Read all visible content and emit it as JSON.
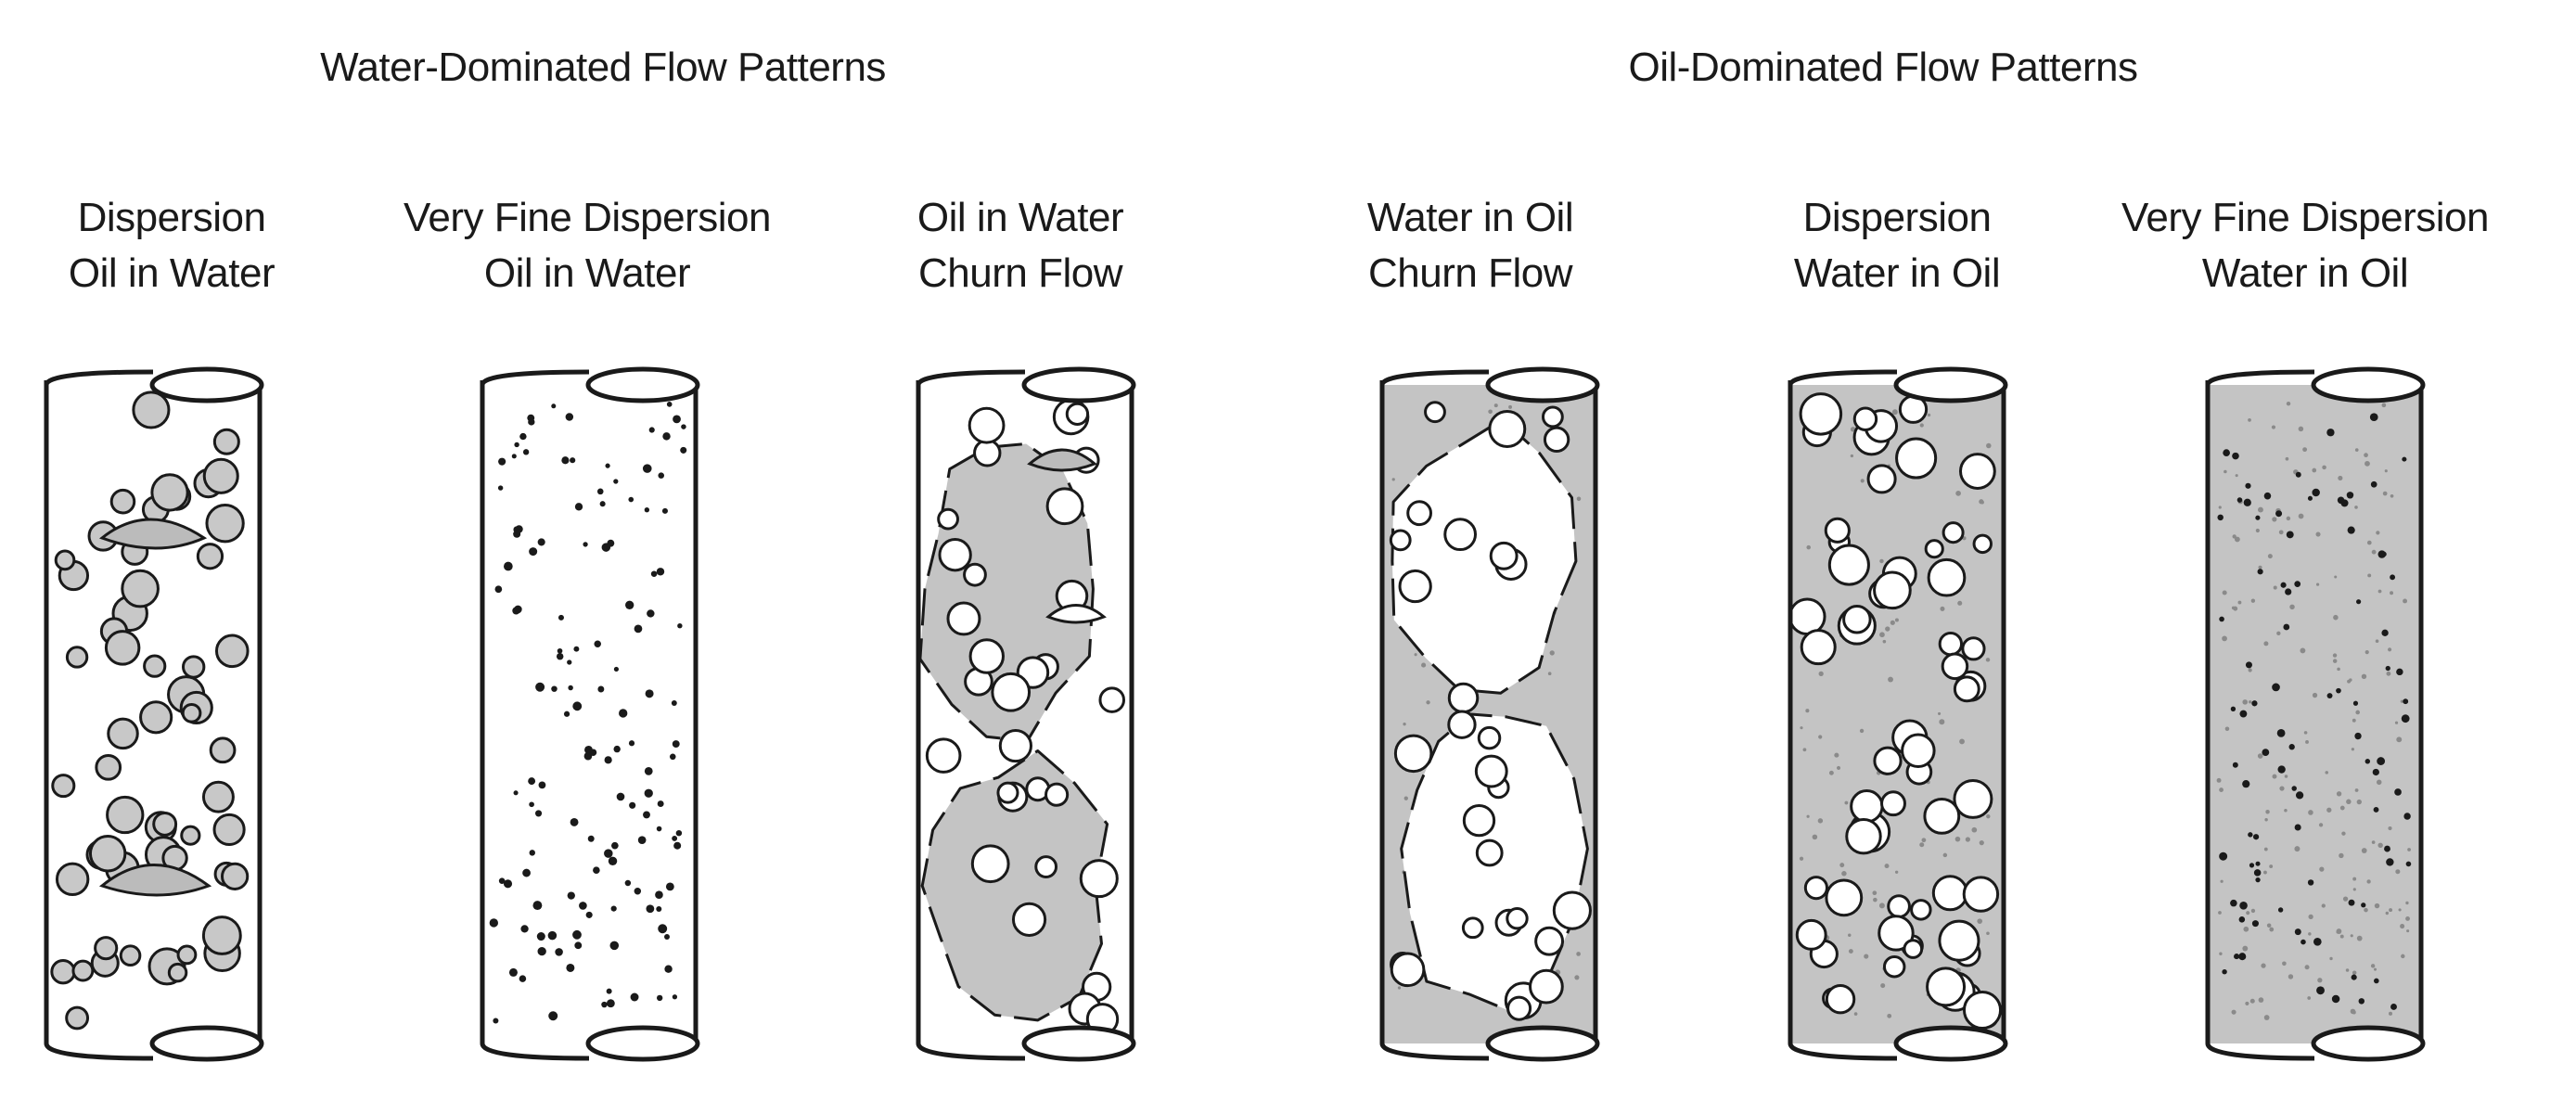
{
  "groups": {
    "water_title": "Water-Dominated Flow Patterns",
    "oil_title": "Oil-Dominated Flow Patterns"
  },
  "pipes": [
    {
      "line1": "Dispersion",
      "line2": "Oil in Water",
      "fill": "#ffffff",
      "pattern": "bubbles-in-light"
    },
    {
      "line1": "Very Fine Dispersion",
      "line2": "Oil in Water",
      "fill": "#ffffff",
      "pattern": "fine-dots-light"
    },
    {
      "line1": "Oil in Water",
      "line2": "Churn Flow",
      "fill": "#ffffff",
      "pattern": "churn-grey-slugs"
    },
    {
      "line1": "Water in Oil",
      "line2": "Churn Flow",
      "fill": "#c4c4c4",
      "pattern": "churn-white-slugs"
    },
    {
      "line1": "Dispersion",
      "line2": "Water in Oil",
      "fill": "#c4c4c4",
      "pattern": "white-bubbles-in-grey"
    },
    {
      "line1": "Very Fine Dispersion",
      "line2": "Water in Oil",
      "fill": "#c4c4c4",
      "pattern": "fine-dots-grey"
    }
  ],
  "colors": {
    "ink": "#1a1a1a",
    "oil_grey": "#c4c4c4",
    "water_white": "#ffffff"
  }
}
